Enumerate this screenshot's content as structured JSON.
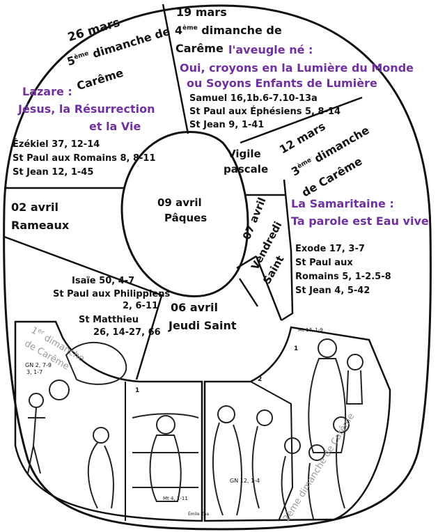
{
  "sections": {
    "s5": {
      "date": "26 mars",
      "title_pre": "5",
      "title_sup": "ème",
      "title_mid": " dimanche de",
      "title_end": "Carême",
      "theme_1": "Lazare  :",
      "theme_2": "Jésus, la Résurrection",
      "theme_3": "et la Vie",
      "readings": [
        "Ézékiel 37, 12-14",
        "St Paul aux Romains 8, 8-11",
        "St Jean 12, 1-45"
      ]
    },
    "s4": {
      "date": "19 mars",
      "title_pre": "4",
      "title_sup": "ème",
      "title_mid": " dimanche de",
      "title_end": "Carême",
      "theme_1": "l'aveugle né :",
      "theme_2": "Oui,  croyons en la Lumière du Monde",
      "theme_3": "ou Soyons Enfants de Lumière",
      "readings": [
        "Samuel 16,1b.6-7.10-13a",
        "St Paul aux Éphésiens 5, 8-14",
        "St Jean 9, 1-41"
      ]
    },
    "s3": {
      "date": "12 mars",
      "title_pre": "3",
      "title_sup": "ème",
      "title_mid": " dimanche",
      "title_end": "de Carême",
      "theme_1": "La Samaritaine  :",
      "theme_2": "Ta parole est  Eau vive",
      "readings": [
        "Exode 17, 3-7",
        "St Paul aux",
        "Romains 5, 1-2.5-8",
        "St Jean 4, 5-42"
      ]
    },
    "rameaux": {
      "date": "02 avril",
      "name": "Rameaux",
      "readings": [
        "Isaïe 50, 4-7",
        "St Paul aux Philippiens",
        "2, 6-11",
        "St Matthieu",
        "26, 14-27, 66"
      ]
    },
    "vigile": {
      "l1": "Vigile",
      "l2": "pascale"
    },
    "paques": {
      "date": "09 avril",
      "name": "Pâques"
    },
    "vendredi": {
      "date": "07 avril",
      "l1": "Vendredi",
      "l2": "Saint"
    },
    "jeudi": {
      "date": "06 avril",
      "name": "Jeudi Saint"
    },
    "panel1": {
      "pre": "1",
      "sup": "er",
      "post": " dimanche",
      "l2": "de Carême",
      "ref_a": "GN 2, 7-9",
      "ref_b": "3, 1-7",
      "num": "1",
      "ref_c": "Mt 4, 1-11",
      "sig": "Émile Zaa"
    },
    "panel2": {
      "text": "2ème dimanche de Carême",
      "ref_a": "Mt 17, 1-9",
      "ref_b": "GN 12, 1-4",
      "num1": "1",
      "num2": "2"
    }
  }
}
